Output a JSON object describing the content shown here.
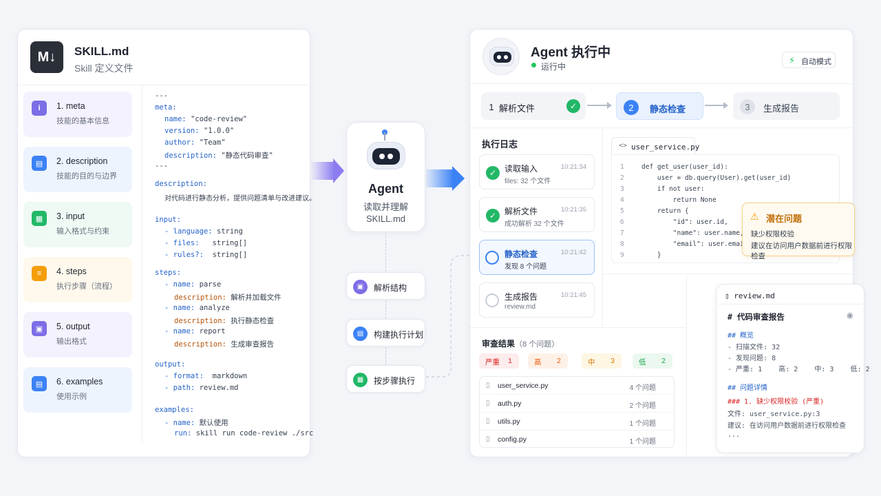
{
  "skill": {
    "logo": "M↓",
    "title": "SKILL.md",
    "subtitle": "Skill 定义文件",
    "nav": [
      {
        "label": "1. meta",
        "desc": "技能的基本信息",
        "icon": "info-icon",
        "color": "#7c6ee6",
        "bg": "#f4f2fd"
      },
      {
        "label": "2. description",
        "desc": "技能的目的与边界",
        "icon": "document-icon",
        "color": "#3b82f6",
        "bg": "#eef4fd"
      },
      {
        "label": "3. input",
        "desc": "输入格式与约束",
        "icon": "input-icon",
        "color": "#22b867",
        "bg": "#eefaf3"
      },
      {
        "label": "4. steps",
        "desc": "执行步骤（流程）",
        "icon": "steps-icon",
        "color": "#f59e0b",
        "bg": "#fff8ec"
      },
      {
        "label": "5. output",
        "desc": "输出格式",
        "icon": "output-icon",
        "color": "#7c6ee6",
        "bg": "#f4f2fd"
      },
      {
        "label": "6. examples",
        "desc": "使用示例",
        "icon": "examples-icon",
        "color": "#3b82f6",
        "bg": "#eef4fd"
      }
    ],
    "code": {
      "l1": "---",
      "l2k": "meta:",
      "l3k": "name:",
      "l3v": "\"code-review\"",
      "l4k": "version:",
      "l4v": "\"1.0.0\"",
      "l5k": "author:",
      "l5v": "\"Team\"",
      "l6k": "description:",
      "l6v": "\"静态代码审查\"",
      "l7": "---",
      "l8k": "description:",
      "l9": "对代码进行静态分析，提供问题清单与改进建议。",
      "l10k": "input:",
      "l11k": "- language:",
      "l11v": "string",
      "l12k": "- files:",
      "l12v": "string[]",
      "l13k": "- rules?:",
      "l13v": "string[]",
      "l14k": "steps:",
      "l15k": "- name:",
      "l15v": "parse",
      "l16k": "description:",
      "l16v": "解析并加载文件",
      "l17k": "- name:",
      "l17v": "analyze",
      "l18k": "description:",
      "l18v": "执行静态检查",
      "l19k": "- name:",
      "l19v": "report",
      "l20k": "description:",
      "l20v": "生成审查报告",
      "l21k": "output:",
      "l22k": "- format:",
      "l22v": "markdown",
      "l23k": "- path:",
      "l23v": "review.md",
      "l24k": "examples:",
      "l25k": "- name:",
      "l25v": "默认使用",
      "l26k": "run:",
      "l26v": "skill run code-review ./src"
    }
  },
  "agent": {
    "name": "Agent",
    "desc1": "读取并理解",
    "desc2": "SKILL.md",
    "flow": [
      {
        "label": "解析结构",
        "icon": "parse-icon",
        "color": "#7c6ee6"
      },
      {
        "label": "构建执行计划",
        "icon": "plan-icon",
        "color": "#3b82f6"
      },
      {
        "label": "按步骤执行",
        "icon": "execute-icon",
        "color": "#22b867"
      }
    ]
  },
  "exec": {
    "title": "Agent 执行中",
    "status": "运行中",
    "auto_mode": "自动模式",
    "steps": [
      {
        "num": "1",
        "label": "解析文件"
      },
      {
        "num": "2",
        "label": "静态检查"
      },
      {
        "num": "3",
        "label": "生成报告"
      }
    ],
    "log_title": "执行日志",
    "logs": [
      {
        "label": "读取输入",
        "sub": "files: 32 个文件",
        "time": "10:21:34",
        "state": "done"
      },
      {
        "label": "解析文件",
        "sub": "成功解析 32 个文件",
        "time": "10:21:35",
        "state": "done"
      },
      {
        "label": "静态检查",
        "sub": "发现 8 个问题",
        "time": "10:21:42",
        "state": "active"
      },
      {
        "label": "生成报告",
        "sub": "review.md",
        "time": "10:21:45",
        "state": "pending"
      }
    ],
    "file_tab": "user_service.py",
    "code_lines": [
      {
        "n": "1",
        "t": "def get_user(user_id):"
      },
      {
        "n": "2",
        "t": "    user = db.query(User).get(user_id)"
      },
      {
        "n": "3",
        "t": "    if not user:"
      },
      {
        "n": "4",
        "t": "        return None"
      },
      {
        "n": "5",
        "t": "    return {"
      },
      {
        "n": "6",
        "t": "        \"id\": user.id,"
      },
      {
        "n": "7",
        "t": "        \"name\": user.name,"
      },
      {
        "n": "8",
        "t": "        \"email\": user.email,"
      },
      {
        "n": "9",
        "t": "    }"
      }
    ],
    "warning": {
      "title": "潜在问题",
      "line1": "缺少权限校验",
      "line2": "建议在访问用户数据前进行权限检查"
    },
    "result_title": "审查结果",
    "result_count": "（8 个问题）",
    "severity": [
      {
        "name": "严重",
        "count": "1",
        "color": "#dc2626",
        "bg": "#fdecec"
      },
      {
        "name": "高",
        "count": "2",
        "color": "#ea580c",
        "bg": "#fdf1e7"
      },
      {
        "name": "中",
        "count": "3",
        "color": "#d97706",
        "bg": "#fdf6e3"
      },
      {
        "name": "低",
        "count": "2",
        "color": "#16a34a",
        "bg": "#ebf8ef"
      }
    ],
    "files": [
      {
        "name": "user_service.py",
        "count": "4 个问题"
      },
      {
        "name": "auth.py",
        "count": "2 个问题"
      },
      {
        "name": "utils.py",
        "count": "1 个问题"
      },
      {
        "name": "config.py",
        "count": "1 个问题"
      }
    ]
  },
  "review": {
    "tab": "review.md",
    "lines": [
      {
        "t": "# 代码审查报告",
        "c": "#1f2430",
        "b": true
      },
      {
        "t": "## 概览",
        "c": "#2563c9",
        "b": false
      },
      {
        "t": "- 扫描文件: 32",
        "c": "#4b5563",
        "b": false
      },
      {
        "t": "- 发现问题: 8",
        "c": "#4b5563",
        "b": false
      },
      {
        "t": "- 严重: 1    高: 2    中: 3    低: 2",
        "c": "#4b5563",
        "b": false
      },
      {
        "t": "## 问题详情",
        "c": "#2563c9",
        "b": false
      },
      {
        "t": "### 1. 缺少权限校验 (严重)",
        "c": "#dc2626",
        "b": false
      },
      {
        "t": "文件: user_service.py:3",
        "c": "#4b5563",
        "b": false
      },
      {
        "t": "建议: 在访问用户数据前进行权限检查",
        "c": "#4b5563",
        "b": false
      },
      {
        "t": "...",
        "c": "#4b5563",
        "b": false
      }
    ]
  }
}
